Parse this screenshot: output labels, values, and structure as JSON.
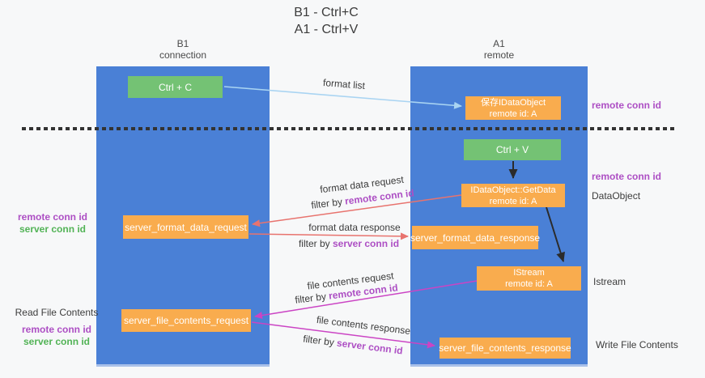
{
  "title": {
    "line1": "B1 - Ctrl+C",
    "line2": "A1 - Ctrl+V"
  },
  "lifelines": {
    "left": {
      "name": "B1",
      "role": "connection"
    },
    "right": {
      "name": "A1",
      "role": "remote"
    }
  },
  "boxes": {
    "ctrl_c": {
      "label": "Ctrl + C"
    },
    "ctrl_v": {
      "label": "Ctrl + V"
    },
    "save_dataobject": {
      "line1": "保存IDataObject",
      "line2": "remote id: A"
    },
    "getdata": {
      "line1": "IDataObject::GetData",
      "line2": "remote id: A"
    },
    "istream": {
      "line1": "IStream",
      "line2": "remote id: A"
    },
    "format_request": {
      "label": "server_format_data_request"
    },
    "format_response": {
      "label": "server_format_data_response"
    },
    "file_request": {
      "label": "server_file_contents_request"
    },
    "file_response": {
      "label": "server_file_contents_response"
    }
  },
  "arrows": {
    "format_list": {
      "label": "format list"
    },
    "format_request": {
      "label": "format data request",
      "filter_prefix": "filter by ",
      "filter_key": "remote conn id"
    },
    "format_response": {
      "label": "format data response",
      "filter_prefix": "filter by ",
      "filter_key": "server conn id"
    },
    "file_request": {
      "label": "file contents request",
      "filter_prefix": "filter by ",
      "filter_key": "remote conn id"
    },
    "file_response": {
      "label": "file contents response",
      "filter_prefix": "filter by ",
      "filter_key": "server conn id"
    }
  },
  "annotations": {
    "right_save": {
      "conn": "remote conn id"
    },
    "right_dataobject": {
      "conn": "remote conn id",
      "label": "DataObject"
    },
    "right_istream": {
      "label": "Istream"
    },
    "right_write": {
      "label": "Write File Contents"
    },
    "left_format": {
      "remote": "remote conn id",
      "server": "server conn id"
    },
    "left_file": {
      "label": "Read File Contents",
      "remote": "remote conn id",
      "server": "server conn id"
    }
  },
  "colors": {
    "lifeline_blue": "#4a80d6",
    "box_green": "#74c274",
    "box_orange": "#f9ac4e",
    "arrow_salmon": "#e8736e",
    "arrow_magenta": "#cb44c4",
    "arrow_lightblue": "#a9d4f2",
    "arrow_black": "#2b2b2b",
    "text_purple": "#ad4fc4",
    "text_green": "#52b356",
    "text_dark": "#3c3c3c",
    "background": "#f7f8f9"
  }
}
